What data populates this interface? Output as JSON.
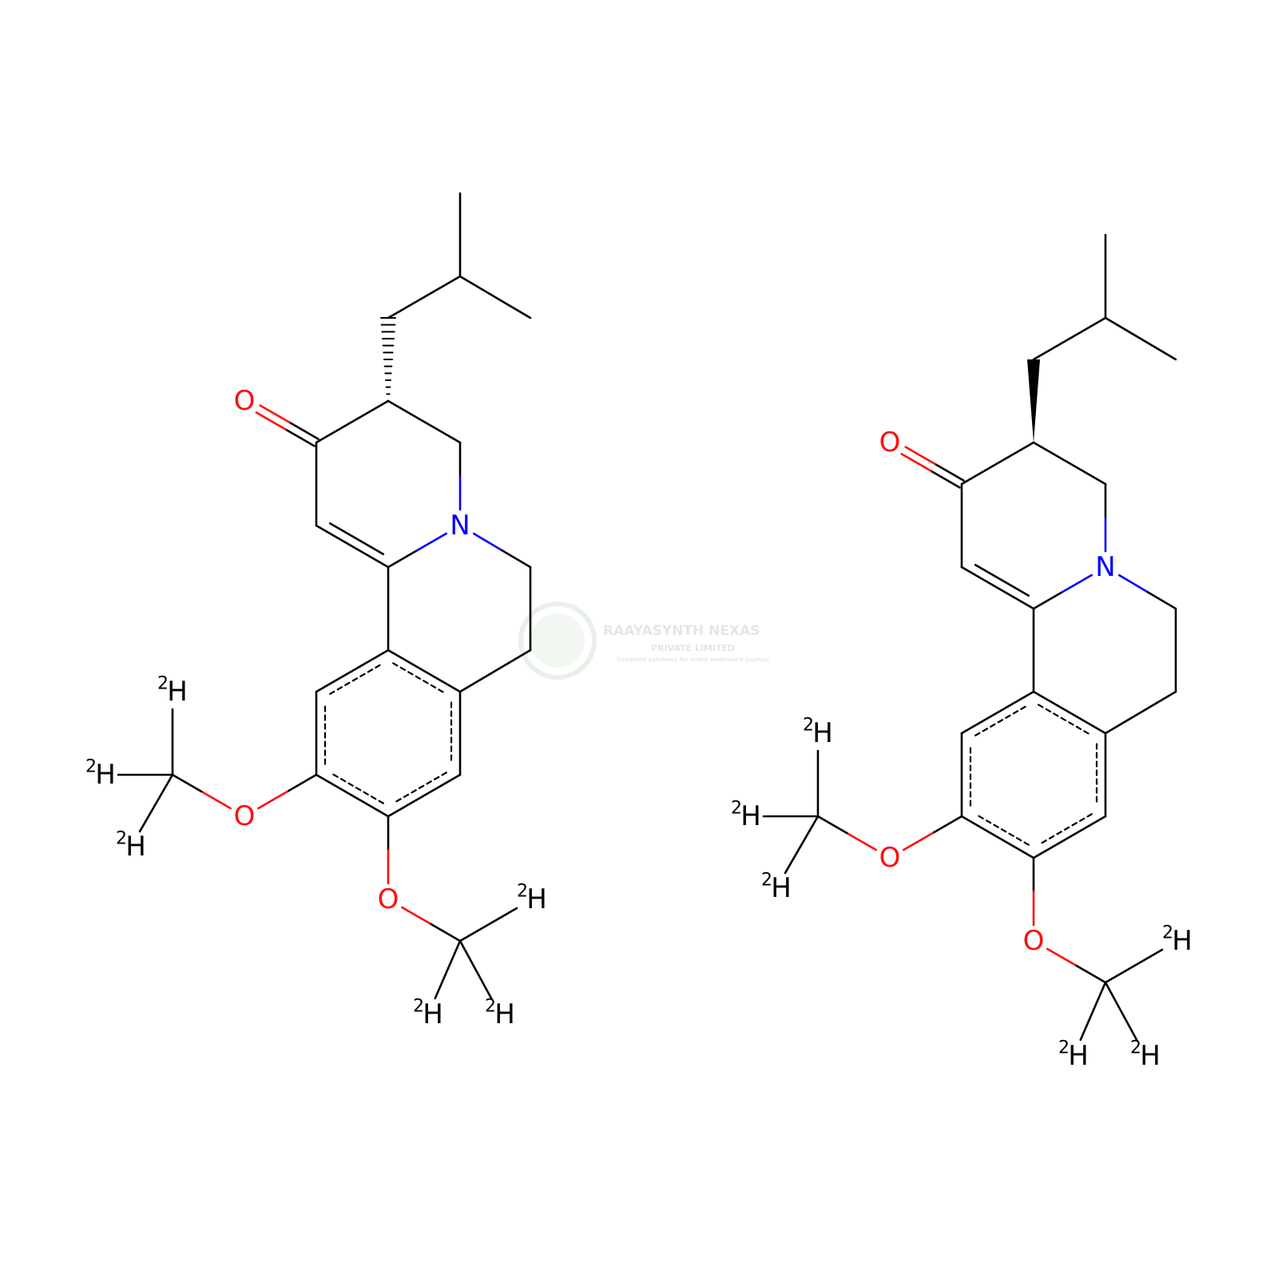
{
  "molecules": [
    {
      "id": "left",
      "stereo_bond": "hash",
      "labels": {
        "carbonyl_O": "O",
        "ring_N": "N",
        "methoxy_O_1": "O",
        "methoxy_O_2": "O",
        "deuterium": "H",
        "isotope": "2"
      }
    },
    {
      "id": "right",
      "stereo_bond": "wedge",
      "labels": {
        "carbonyl_O": "O",
        "ring_N": "N",
        "methoxy_O_1": "O",
        "methoxy_O_2": "O",
        "deuterium": "H",
        "isotope": "2"
      }
    }
  ],
  "watermark": {
    "name": "RAAYASYNTH NEXAS",
    "subtitle": "PRIVATE LIMITED",
    "tagline": "Complete solutions for every molecule's journey"
  },
  "colors": {
    "bond": "#000000",
    "oxygen": "#ff0d0d",
    "nitrogen": "#0000ff"
  }
}
